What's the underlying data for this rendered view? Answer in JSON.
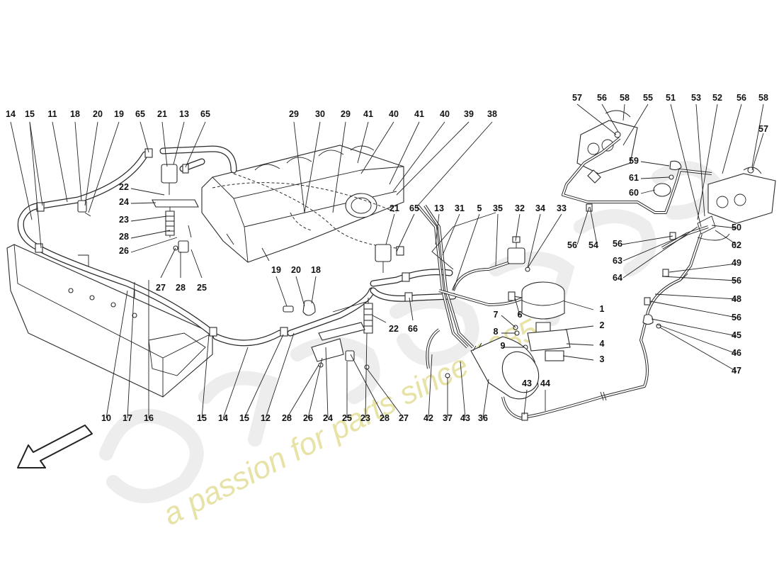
{
  "watermark": {
    "brand": "eurospares",
    "tagline": "a passion for parts since 1985",
    "brand_color": "#ececec",
    "tagline_color": "#e8e3a4"
  },
  "callouts": [
    {
      "id": "c14a",
      "text": "14"
    },
    {
      "id": "c15a",
      "text": "15"
    },
    {
      "id": "c11a",
      "text": "11"
    },
    {
      "id": "c18a",
      "text": "18"
    },
    {
      "id": "c20a",
      "text": "20"
    },
    {
      "id": "c19a",
      "text": "19"
    },
    {
      "id": "c65a",
      "text": "65"
    },
    {
      "id": "c21a",
      "text": "21"
    },
    {
      "id": "c13a",
      "text": "13"
    },
    {
      "id": "c65b",
      "text": "65"
    },
    {
      "id": "c22a",
      "text": "22"
    },
    {
      "id": "c24a",
      "text": "24"
    },
    {
      "id": "c23a",
      "text": "23"
    },
    {
      "id": "c28a",
      "text": "28"
    },
    {
      "id": "c26a",
      "text": "26"
    },
    {
      "id": "c27a",
      "text": "27"
    },
    {
      "id": "c28b",
      "text": "28"
    },
    {
      "id": "c25a",
      "text": "25"
    },
    {
      "id": "c29a",
      "text": "29"
    },
    {
      "id": "c30a",
      "text": "30"
    },
    {
      "id": "c29b",
      "text": "29"
    },
    {
      "id": "c41a",
      "text": "41"
    },
    {
      "id": "c40a",
      "text": "40"
    },
    {
      "id": "c41b",
      "text": "41"
    },
    {
      "id": "c40b",
      "text": "40"
    },
    {
      "id": "c39a",
      "text": "39"
    },
    {
      "id": "c38a",
      "text": "38"
    },
    {
      "id": "c21b",
      "text": "21"
    },
    {
      "id": "c65c",
      "text": "65"
    },
    {
      "id": "c13b",
      "text": "13"
    },
    {
      "id": "c31a",
      "text": "31"
    },
    {
      "id": "c5a",
      "text": "5"
    },
    {
      "id": "c35a",
      "text": "35"
    },
    {
      "id": "c32a",
      "text": "32"
    },
    {
      "id": "c34a",
      "text": "34"
    },
    {
      "id": "c33a",
      "text": "33"
    },
    {
      "id": "c19b",
      "text": "19"
    },
    {
      "id": "c20b",
      "text": "20"
    },
    {
      "id": "c18b",
      "text": "18"
    },
    {
      "id": "c66a",
      "text": "66"
    },
    {
      "id": "c22b",
      "text": "22"
    },
    {
      "id": "c7a",
      "text": "7"
    },
    {
      "id": "c6a",
      "text": "6"
    },
    {
      "id": "c8a",
      "text": "8"
    },
    {
      "id": "c9a",
      "text": "9"
    },
    {
      "id": "c1a",
      "text": "1"
    },
    {
      "id": "c2a",
      "text": "2"
    },
    {
      "id": "c4a",
      "text": "4"
    },
    {
      "id": "c3a",
      "text": "3"
    },
    {
      "id": "c57a",
      "text": "57"
    },
    {
      "id": "c56a",
      "text": "56"
    },
    {
      "id": "c58a",
      "text": "58"
    },
    {
      "id": "c55a",
      "text": "55"
    },
    {
      "id": "c51a",
      "text": "51"
    },
    {
      "id": "c53a",
      "text": "53"
    },
    {
      "id": "c52a",
      "text": "52"
    },
    {
      "id": "c56b",
      "text": "56"
    },
    {
      "id": "c58b",
      "text": "58"
    },
    {
      "id": "c57b",
      "text": "57"
    },
    {
      "id": "c59a",
      "text": "59"
    },
    {
      "id": "c61a",
      "text": "61"
    },
    {
      "id": "c60a",
      "text": "60"
    },
    {
      "id": "c56c",
      "text": "56"
    },
    {
      "id": "c54a",
      "text": "54"
    },
    {
      "id": "c50a",
      "text": "50"
    },
    {
      "id": "c56d",
      "text": "56"
    },
    {
      "id": "c62a",
      "text": "62"
    },
    {
      "id": "c63a",
      "text": "63"
    },
    {
      "id": "c64a",
      "text": "64"
    },
    {
      "id": "c49a",
      "text": "49"
    },
    {
      "id": "c56e",
      "text": "56"
    },
    {
      "id": "c48a",
      "text": "48"
    },
    {
      "id": "c56f",
      "text": "56"
    },
    {
      "id": "c45a",
      "text": "45"
    },
    {
      "id": "c46a",
      "text": "46"
    },
    {
      "id": "c47a",
      "text": "47"
    },
    {
      "id": "c10a",
      "text": "10"
    },
    {
      "id": "c17a",
      "text": "17"
    },
    {
      "id": "c16a",
      "text": "16"
    },
    {
      "id": "c15b",
      "text": "15"
    },
    {
      "id": "c14b",
      "text": "14"
    },
    {
      "id": "c15c",
      "text": "15"
    },
    {
      "id": "c12a",
      "text": "12"
    },
    {
      "id": "c28c",
      "text": "28"
    },
    {
      "id": "c26b",
      "text": "26"
    },
    {
      "id": "c24b",
      "text": "24"
    },
    {
      "id": "c25b",
      "text": "25"
    },
    {
      "id": "c23b",
      "text": "23"
    },
    {
      "id": "c28d",
      "text": "28"
    },
    {
      "id": "c27b",
      "text": "27"
    },
    {
      "id": "c42a",
      "text": "42"
    },
    {
      "id": "c37a",
      "text": "37"
    },
    {
      "id": "c43a",
      "text": "43"
    },
    {
      "id": "c36a",
      "text": "36"
    },
    {
      "id": "c43b",
      "text": "43"
    },
    {
      "id": "c44a",
      "text": "44"
    }
  ]
}
